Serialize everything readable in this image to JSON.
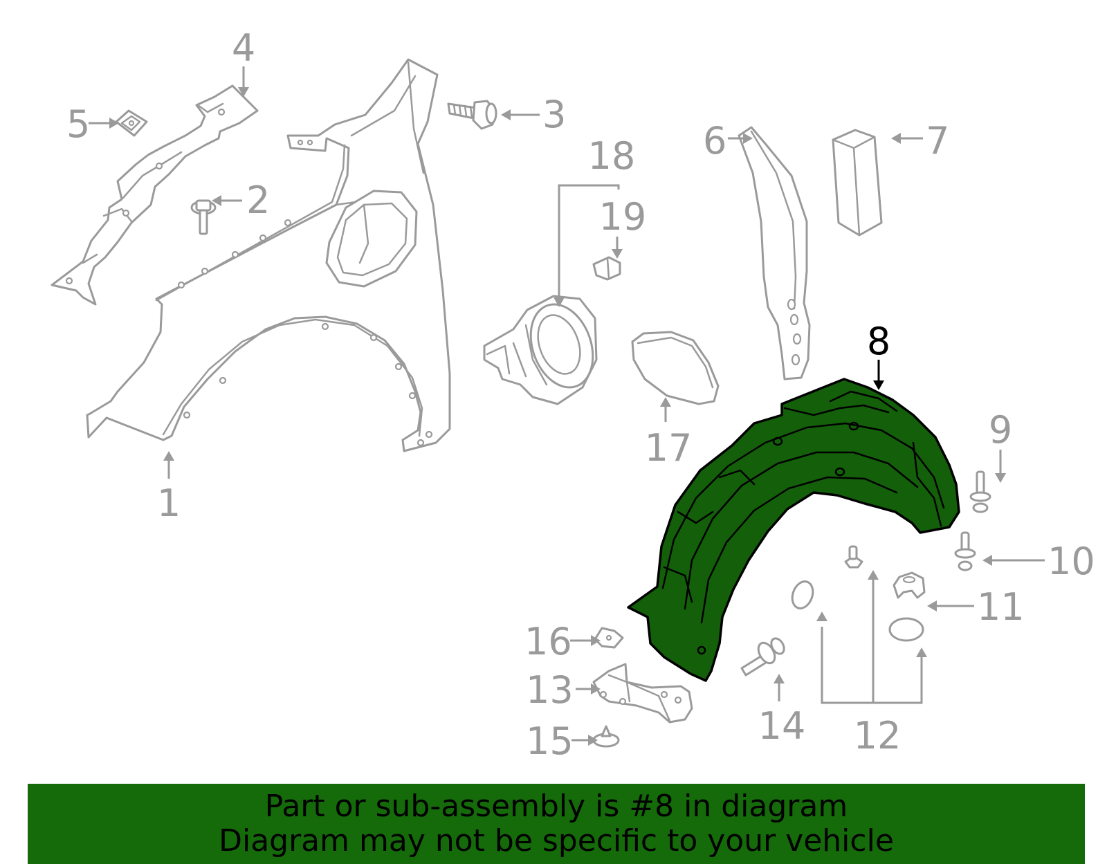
{
  "callouts": {
    "c1": "1",
    "c2": "2",
    "c3": "3",
    "c4": "4",
    "c5": "5",
    "c6": "6",
    "c7": "7",
    "c8": "8",
    "c9": "9",
    "c10": "10",
    "c11": "11",
    "c12": "12",
    "c13": "13",
    "c14": "14",
    "c15": "15",
    "c16": "16",
    "c17": "17",
    "c18": "18",
    "c19": "19"
  },
  "highlighted_part": "8",
  "colors": {
    "highlight_fill": "#135f0a",
    "banner_background": "#156a0a",
    "part_lines": "#9a9a9a",
    "text_dark": "#000000"
  },
  "banner": {
    "line1": "Part or sub-assembly is #8 in diagram",
    "line2": "Diagram may not be specific to your vehicle"
  }
}
